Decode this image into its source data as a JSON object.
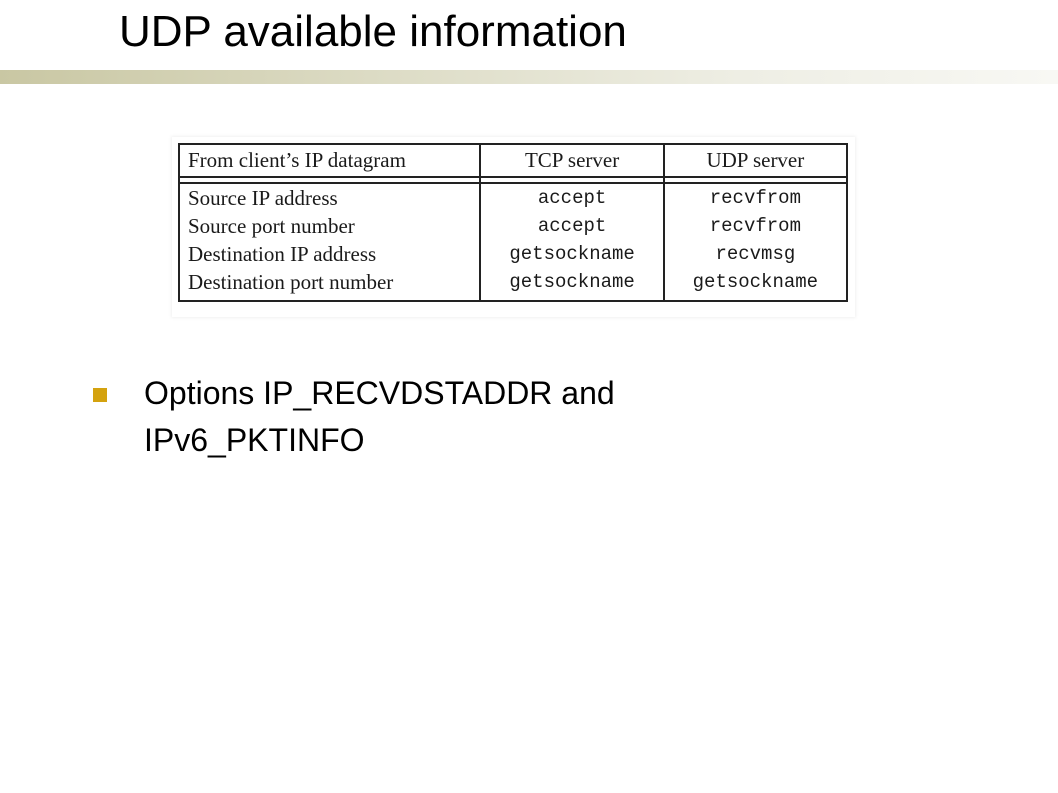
{
  "slide": {
    "title": "UDP available information",
    "accent_color": "#d4a20e",
    "rule_color": "#c9c7a3"
  },
  "table": {
    "headers": [
      "From client’s IP datagram",
      "TCP server",
      "UDP server"
    ],
    "rows": [
      [
        "Source IP address",
        "accept",
        "recvfrom"
      ],
      [
        "Source port number",
        "accept",
        "recvfrom"
      ],
      [
        "Destination IP address",
        "getsockname",
        "recvmsg"
      ],
      [
        "Destination port number",
        "getsockname",
        "getsockname"
      ]
    ]
  },
  "bullets": [
    {
      "icon": "square-bullet-icon",
      "text": "Options IP_RECVDSTADDR and IPv6_PKTINFO"
    }
  ]
}
